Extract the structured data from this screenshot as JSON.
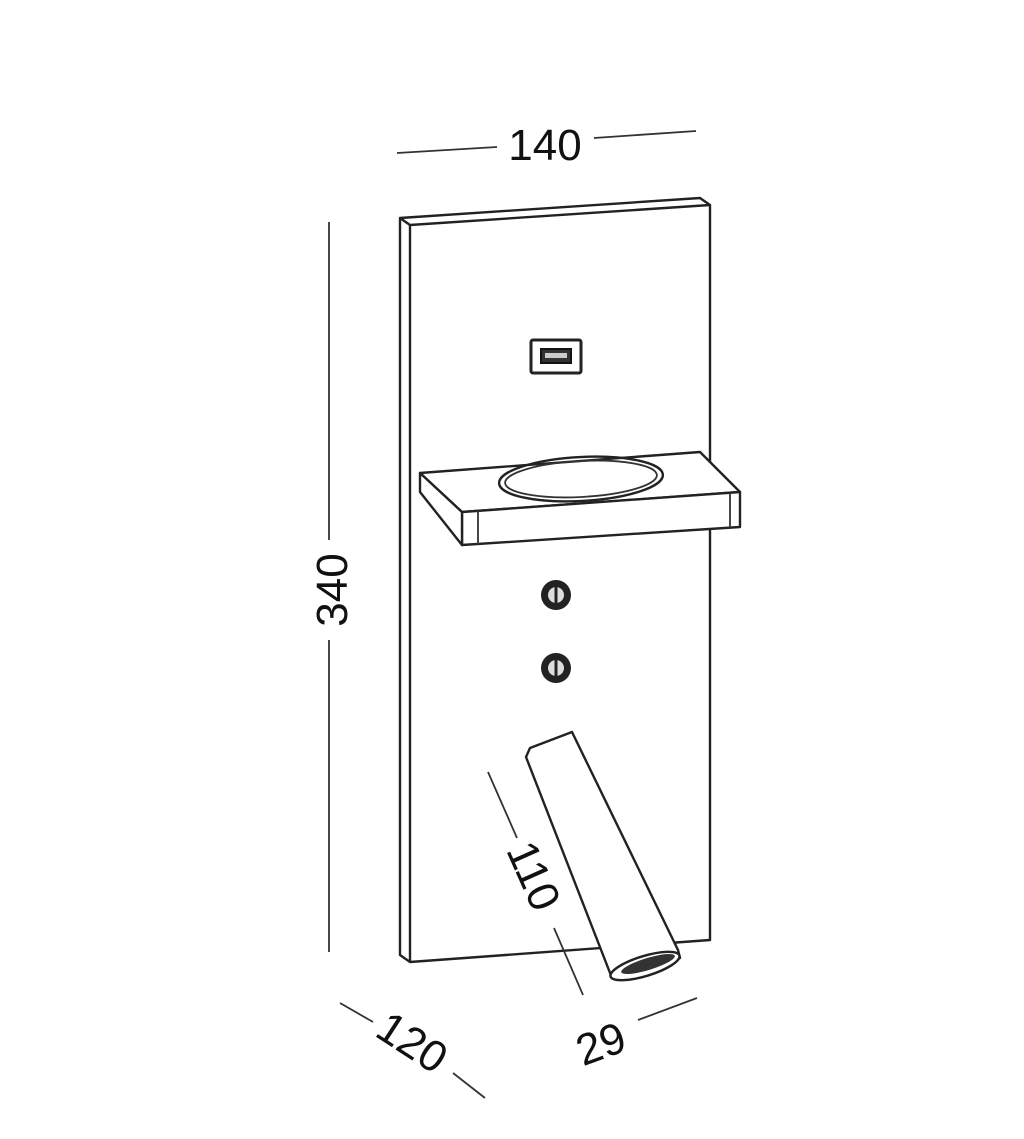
{
  "dimensions": {
    "width": "140",
    "height": "340",
    "depth": "120",
    "arm_length": "110",
    "arm_diameter": "29"
  },
  "units_shown": false,
  "colors": {
    "line": "#222222",
    "background": "#ffffff"
  }
}
